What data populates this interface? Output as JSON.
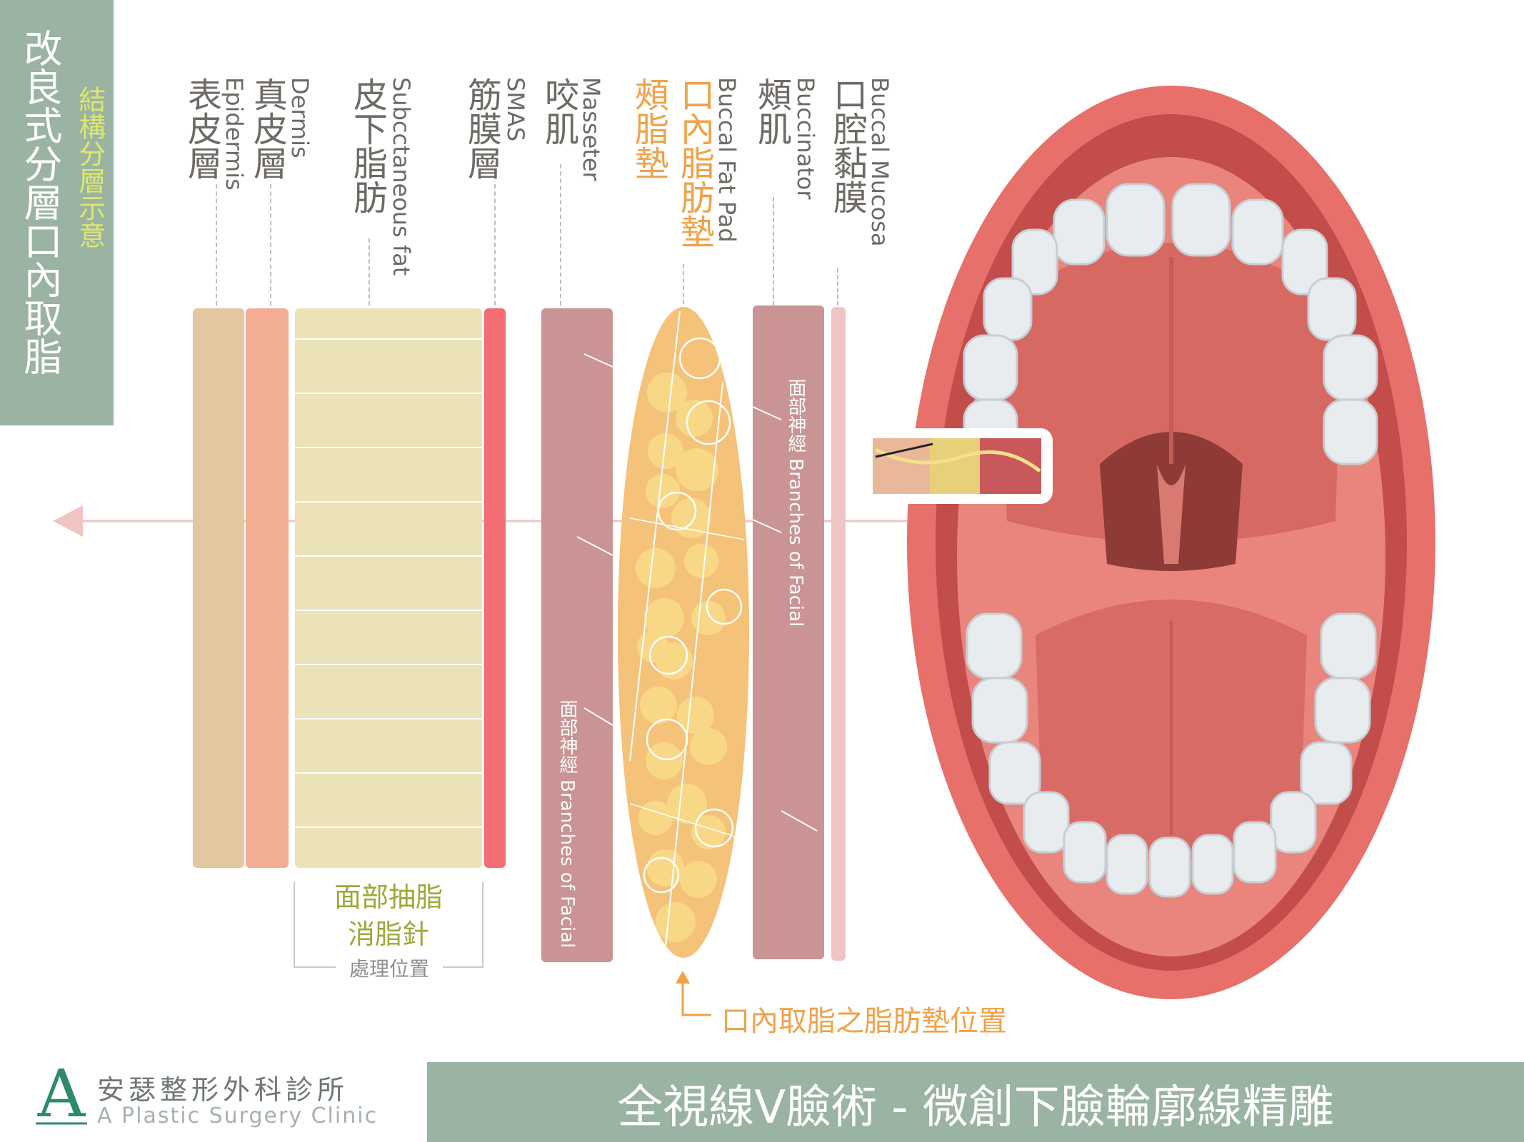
{
  "title": {
    "main": "改良式分層口內取脂",
    "sub": "結構分層示意"
  },
  "layers": [
    {
      "cn": "表皮層",
      "en": "Epidermis",
      "color": "#e3c79f"
    },
    {
      "cn": "真皮層",
      "en": "Dermis",
      "color": "#f2ad92"
    },
    {
      "cn": "皮下脂肪",
      "en": "Subcctaneous fat",
      "color": "#ebe2b8"
    },
    {
      "cn": "筋膜層",
      "en": "SMAS",
      "color": "#f26d74"
    },
    {
      "cn": "咬肌",
      "en": "Masseter",
      "color": "#c99493"
    },
    {
      "cn": "頰脂墊",
      "cn2": "口內脂肪墊",
      "en": "Buccal Fat Pad",
      "color": "#f5c27a"
    },
    {
      "cn": "頰肌",
      "en": "Buccinator",
      "color": "#c99493"
    },
    {
      "cn": "口腔黏膜",
      "en": "Buccal Mucosa",
      "color": "#f0c4c2"
    }
  ],
  "nerve_label": "面部神經 Branches of Facial",
  "bracket": {
    "line1": "面部抽脂",
    "line2": "消脂針",
    "caption": "處理位置"
  },
  "fatpad_caption": "口內取脂之脂肪墊位置",
  "footer": {
    "title": "全視線V臉術 - 微創下臉輪廓線精雕",
    "clinic_cn": "安瑟整形外科診所",
    "clinic_en": "A Plastic Surgery Clinic",
    "logo_letter": "A"
  }
}
